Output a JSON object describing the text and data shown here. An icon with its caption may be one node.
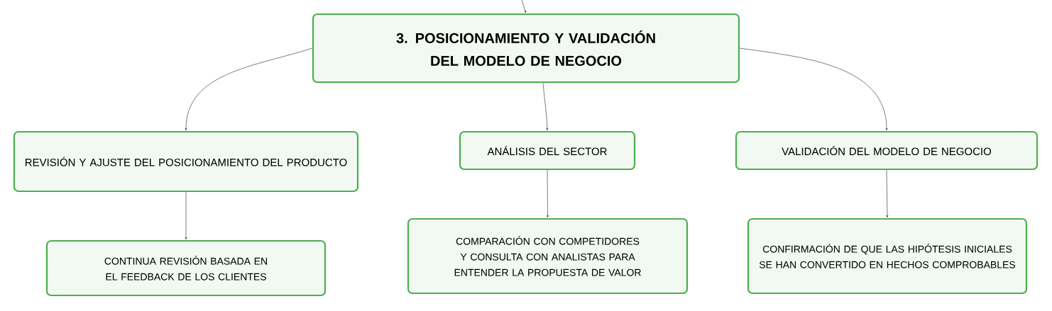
{
  "diagram": {
    "nodes": [
      {
        "text": [
          "3. POSICIONAMIENTO Y VALIDACIÓN DEL MODELO DE NEGOCIO"
        ]
      },
      {
        "text": [
          "REVISIÓN Y AJUSTE DEL POSICIONAMIENTO DEL PRODUCTO"
        ]
      },
      {
        "text": [
          "ANÁLISIS DEL SECTOR"
        ]
      },
      {
        "text": [
          "VALIDACIÓN DEL MODELO DE NEGOCIO"
        ]
      },
      {
        "text": [
          "CONTINUA REVISIÓN BASADA EN EL FEEDBACK DE LOS CLIENTES"
        ]
      },
      {
        "text": [
          "COMPARACIÓN CON COMPETIDORES Y CONSULTA CON ANALISTAS PARA ENTENDER LA PROPUESTA DE VALOR"
        ]
      },
      {
        "text": [
          "CONFIRMACIÓN DE QUE LAS HIPÓTESIS INICIALES SE HAN CONVERTIDO EN HECHOS COMPROBABLES"
        ]
      }
    ],
    "edges": [
      {
        "from": null,
        "to": 0,
        "arrow": "to"
      },
      {
        "from": 0,
        "to": 1,
        "arrow": "to"
      },
      {
        "from": 0,
        "to": 2,
        "arrow": "to"
      },
      {
        "from": 0,
        "to": 3,
        "arrow": "to"
      },
      {
        "from": 1,
        "to": 4,
        "arrow": "to"
      },
      {
        "from": 2,
        "to": 5,
        "arrow": "to"
      },
      {
        "from": 3,
        "to": 6,
        "arrow": "to"
      }
    ]
  }
}
